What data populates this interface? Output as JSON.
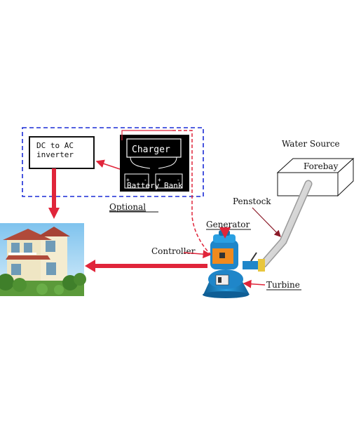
{
  "labels": {
    "dc_to_ac_line1": "DC to AC",
    "dc_to_ac_line2": "inverter",
    "charger": "Charger",
    "battery_bank": "Battery Bank",
    "optional": "Optional",
    "water_source": "Water Source",
    "forebay": "Forebay",
    "penstock": "Penstock",
    "generator": "Generator",
    "controller": "Controller",
    "turbine": "Turbine"
  },
  "colors": {
    "optional_border": "#1a2bd6",
    "arrow_red": "#e0253a",
    "turbine_blue": "#1f86c9",
    "pipe": "#dcdcdc",
    "house_wall": "#efe6c4",
    "house_roof": "#b04a3a",
    "sky": "#a9d8f2"
  }
}
